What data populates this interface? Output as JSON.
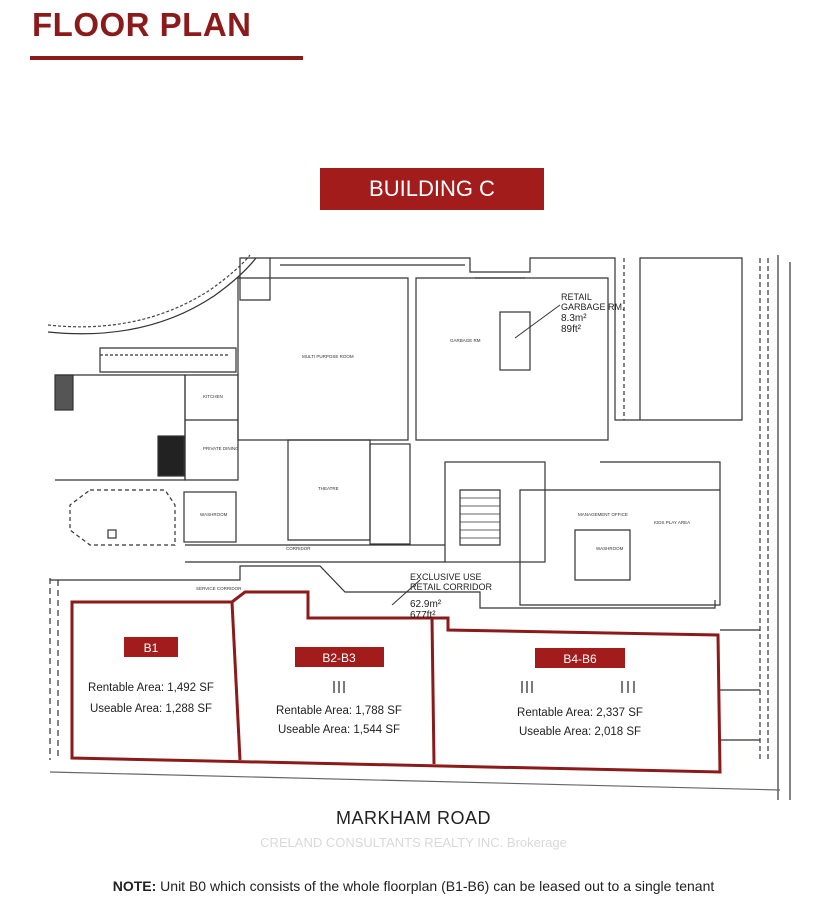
{
  "header": {
    "title": "FLOOR PLAN"
  },
  "building_label": "BUILDING C",
  "rooms": {
    "multi_purpose": "MULTI PURPOSE ROOM",
    "garbage": "GARBAGE RM",
    "kitchen": "KITCHEN",
    "private_dining": "PRIVATE DINING",
    "washroom_left": "WASHROOM",
    "theatre": "THEATRE",
    "corridor": "CORRIDOR",
    "service_corridor": "SERVICE CORRIDOR",
    "management_office": "MANAGEMENT OFFICE",
    "kids_play_area": "KIDS PLAY AREA",
    "washroom_right": "WASHROOM"
  },
  "retail_garbage": {
    "line1": "RETAIL",
    "line2": "GARBAGE RM.",
    "metric": "8.3m²",
    "imperial": "89ft²"
  },
  "retail_corridor": {
    "line1": "EXCLUSIVE USE",
    "line2": "RETAIL CORRIDOR",
    "metric": "62.9m²",
    "imperial": "677ft²"
  },
  "units": [
    {
      "name": "B1",
      "rentable": "Rentable Area: 1,492 SF",
      "useable": "Useable Area: 1,288 SF"
    },
    {
      "name": "B2-B3",
      "rentable": "Rentable Area: 1,788 SF",
      "useable": "Useable Area: 1,544 SF"
    },
    {
      "name": "B4-B6",
      "rentable": "Rentable Area: 2,337 SF",
      "useable": "Useable Area: 2,018 SF"
    }
  ],
  "colors": {
    "brand": "#8b1a1a",
    "unit_label_bg": "#a31c1c",
    "unit_outline": "#8b1a1a"
  },
  "road": "MARKHAM ROAD",
  "watermark": "CRELAND CONSULTANTS REALTY INC. Brokerage",
  "note": {
    "label": "NOTE:",
    "text": " Unit B0 which consists of the whole floorplan (B1-B6) can be leased out to a single tenant"
  }
}
